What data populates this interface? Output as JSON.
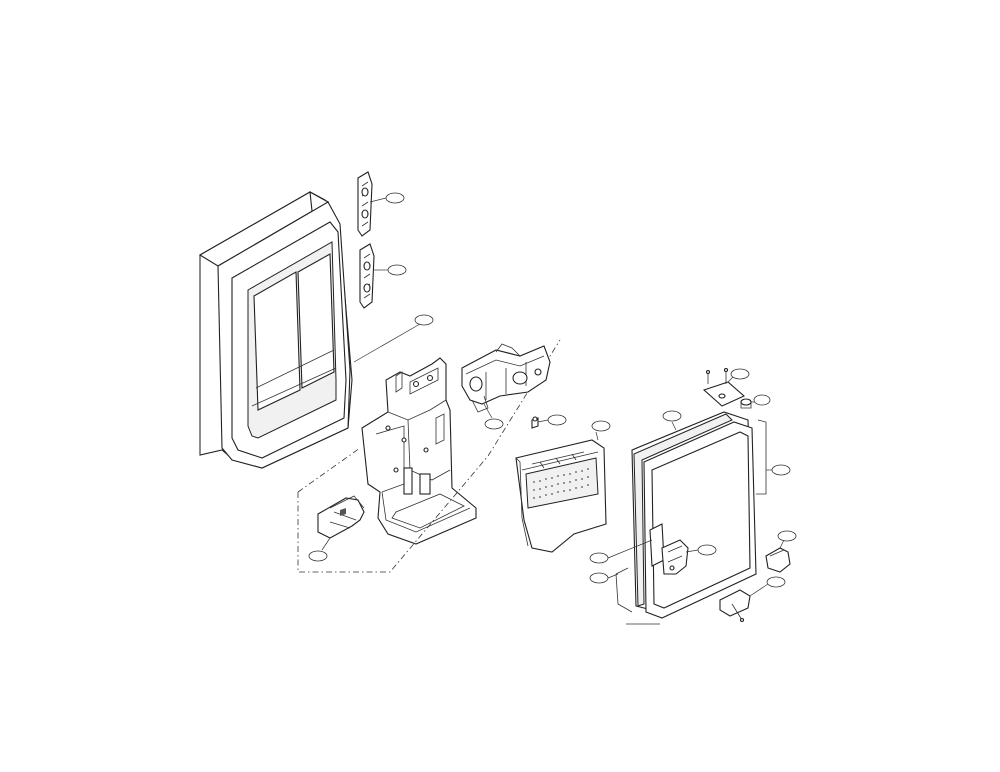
{
  "diagram": {
    "type": "exploded-parts-view",
    "callouts": [
      {
        "id": "c1",
        "label": "",
        "part": "upper-hinge-clip"
      },
      {
        "id": "c2",
        "label": "",
        "part": "lower-hinge-clip"
      },
      {
        "id": "c3",
        "label": "",
        "part": "dispenser-housing-group"
      },
      {
        "id": "c4",
        "label": "",
        "part": "ice-chute-motor-assembly"
      },
      {
        "id": "c5",
        "label": "",
        "part": "small-screw"
      },
      {
        "id": "c6",
        "label": "",
        "part": "dispenser-cover-panel"
      },
      {
        "id": "c7",
        "label": "",
        "part": "door-gasket"
      },
      {
        "id": "c8",
        "label": "",
        "part": "top-hinge-bracket"
      },
      {
        "id": "c9",
        "label": "",
        "part": "hinge-pin"
      },
      {
        "id": "c10",
        "label": "",
        "part": "door-panel"
      },
      {
        "id": "c11",
        "label": "",
        "part": "door-handle-latch"
      },
      {
        "id": "c12",
        "label": "",
        "part": "door-handle-bracket"
      },
      {
        "id": "c13",
        "label": "",
        "part": "door-liner"
      },
      {
        "id": "c14",
        "label": "",
        "part": "door-stopper"
      },
      {
        "id": "c15",
        "label": "",
        "part": "bottom-hinge"
      },
      {
        "id": "c16",
        "label": "",
        "part": "paddle-actuator"
      }
    ]
  }
}
